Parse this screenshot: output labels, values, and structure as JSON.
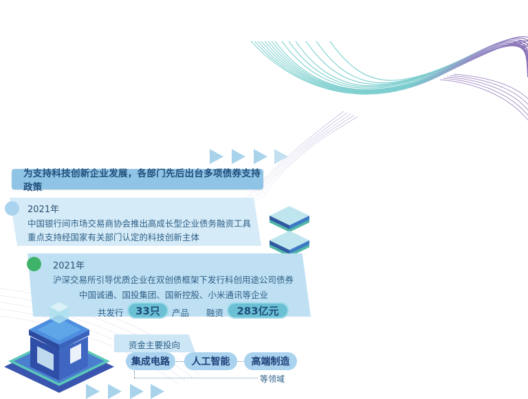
{
  "header": {
    "title": "为支持科技创新企业发展，各部门先后出台多项债券支持政策"
  },
  "items": [
    {
      "year": "2021年",
      "lines": [
        "中国银行间市场交易商协会推出高成长型企业债务融资工具",
        "重点支持经国家有关部门认定的科技创新主体"
      ],
      "dot_color": "#a9d3ee"
    },
    {
      "year": "2021年",
      "lines": [
        "沪深交易所引导优质企业在双创债框架下发行科创用途公司债券",
        "中国诚通、国投集团、国新控股、小米通讯等企业"
      ],
      "dot_color": "#3fb36a",
      "stats": {
        "issued_prefix": "共发行",
        "issued_value": "33只",
        "issued_suffix": "产品",
        "financing_label": "融资",
        "financing_value": "283亿元"
      }
    }
  ],
  "investment": {
    "label": "资金主要投向",
    "fields": [
      "集成电路",
      "人工智能",
      "高端制造"
    ],
    "suffix": "等领域"
  },
  "colors": {
    "banner": "#8fc4e6",
    "panel_light": "#d6ebf8",
    "panel_mid": "#bfe0f3",
    "pill": "#6cc0d4",
    "tag": "#a9d3ee",
    "text": "#2c5f86",
    "accent_green": "#3fb36a",
    "wave_teal": "#6cc7c9",
    "wave_purple": "#8a6bb5"
  }
}
